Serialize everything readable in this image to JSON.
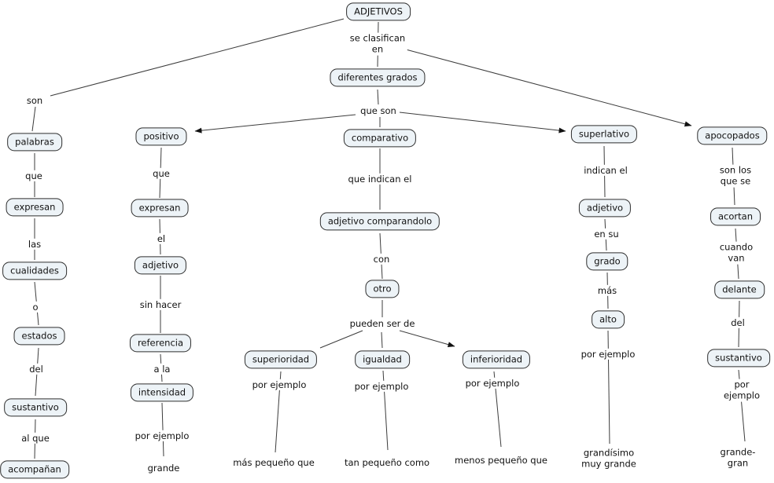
{
  "diagram": {
    "title": "ADJETIVOS",
    "colors": {
      "node_fill": "#edf3f7",
      "node_border": "#2e2e2e",
      "line": "#3c3c3c",
      "background": "#ffffff"
    },
    "nodes": {
      "adjetivos": "ADJETIVOS",
      "diferentes_grados": "diferentes grados",
      "palabras": "palabras",
      "expresan_izq": "expresan",
      "cualidades": "cualidades",
      "estados": "estados",
      "sustantivo_izq": "sustantivo",
      "acompanan": "acompañan",
      "positivo": "positivo",
      "expresan_pos": "expresan",
      "adjetivo_pos": "adjetivo",
      "referencia": "referencia",
      "intensidad": "intensidad",
      "comparativo": "comparativo",
      "adjetivo_comparandolo": "adjetivo comparandolo",
      "otro": "otro",
      "superioridad": "superioridad",
      "igualdad": "igualdad",
      "inferioridad": "inferioridad",
      "superlativo": "superlativo",
      "adjetivo_sup": "adjetivo",
      "grado": "grado",
      "alto": "alto",
      "apocopados": "apocopados",
      "acortan": "acortan",
      "delante": "delante",
      "sustantivo_apo": "sustantivo"
    },
    "links": {
      "se_clasifican_en": "se clasifican\nen",
      "que_son": "que son",
      "son": "son",
      "que_izq": "que",
      "las": "las",
      "o": "o",
      "del_izq": "del",
      "al_que": "al que",
      "que_pos": "que",
      "el": "el",
      "sin_hacer": "sin hacer",
      "a_la": "a la",
      "por_ejemplo_pos": "por ejemplo",
      "que_indican_el": "que indican el",
      "con": "con",
      "pueden_ser_de": "pueden ser de",
      "por_ejemplo_superioridad": "por ejemplo",
      "por_ejemplo_igualdad": "por ejemplo",
      "por_ejemplo_inferioridad": "por ejemplo",
      "indican_el": "indican el",
      "en_su": "en su",
      "mas": "más",
      "por_ejemplo_superlativo": "por ejemplo",
      "son_los_que_se": "son los que se",
      "cuando_van": "cuando van",
      "del_apo": "del",
      "por_ejemplo_apo": "por ejemplo"
    },
    "examples": {
      "grande": "grande",
      "mas_pequeno_que": "más pequeño que",
      "tan_pequeno_como": "tan pequeño como",
      "menos_pequeno_que": "menos pequeño que",
      "grandisimo_muy_grande": "grandísimo\nmuy grande",
      "grande_gran": "grande-gran"
    }
  }
}
